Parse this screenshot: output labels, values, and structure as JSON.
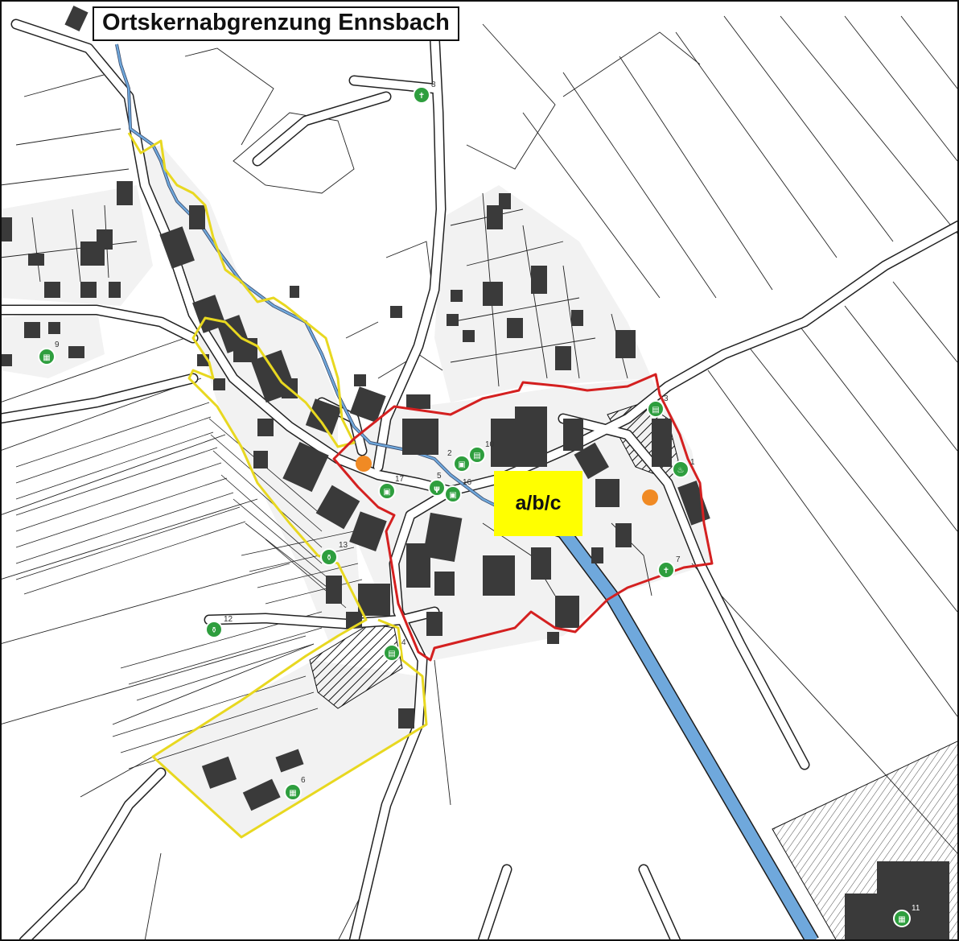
{
  "map": {
    "title": "Ortskernabgrenzung Ennsbach",
    "area_label": "a/b/c",
    "colors": {
      "core_boundary": "#d42020",
      "extended_boundary": "#e8d820",
      "stream": "#6fa8dc",
      "building": "#3a3a3a",
      "marker": "#2e9e3e",
      "point": "#f08a24",
      "label_bg": "#ffff00"
    },
    "markers": [
      {
        "num": "1",
        "icon": "fire-station-icon",
        "glyph": "♨"
      },
      {
        "num": "2",
        "icon": "bus-stop-icon",
        "glyph": "▣"
      },
      {
        "num": "3",
        "icon": "shop-icon",
        "glyph": "▤"
      },
      {
        "num": "4",
        "icon": "shop-icon",
        "glyph": "▤"
      },
      {
        "num": "5",
        "icon": "restaurant-icon",
        "glyph": "ψ"
      },
      {
        "num": "6",
        "icon": "sales-icon",
        "glyph": "▦"
      },
      {
        "num": "7",
        "icon": "cemetery-cross-icon",
        "glyph": "✝"
      },
      {
        "num": "8",
        "icon": "cemetery-cross-icon",
        "glyph": "✝"
      },
      {
        "num": "9",
        "icon": "sales-icon",
        "glyph": "▦"
      },
      {
        "num": "10",
        "icon": "shop-icon",
        "glyph": "▤"
      },
      {
        "num": "11",
        "icon": "sales-icon",
        "glyph": "▦"
      },
      {
        "num": "12",
        "icon": "monument-icon",
        "glyph": "⚱"
      },
      {
        "num": "13",
        "icon": "monument-icon",
        "glyph": "⚱"
      },
      {
        "num": "16",
        "icon": "bus-stop-icon",
        "glyph": "▣"
      },
      {
        "num": "17",
        "icon": "bus-stop-icon",
        "glyph": "▣"
      }
    ]
  }
}
